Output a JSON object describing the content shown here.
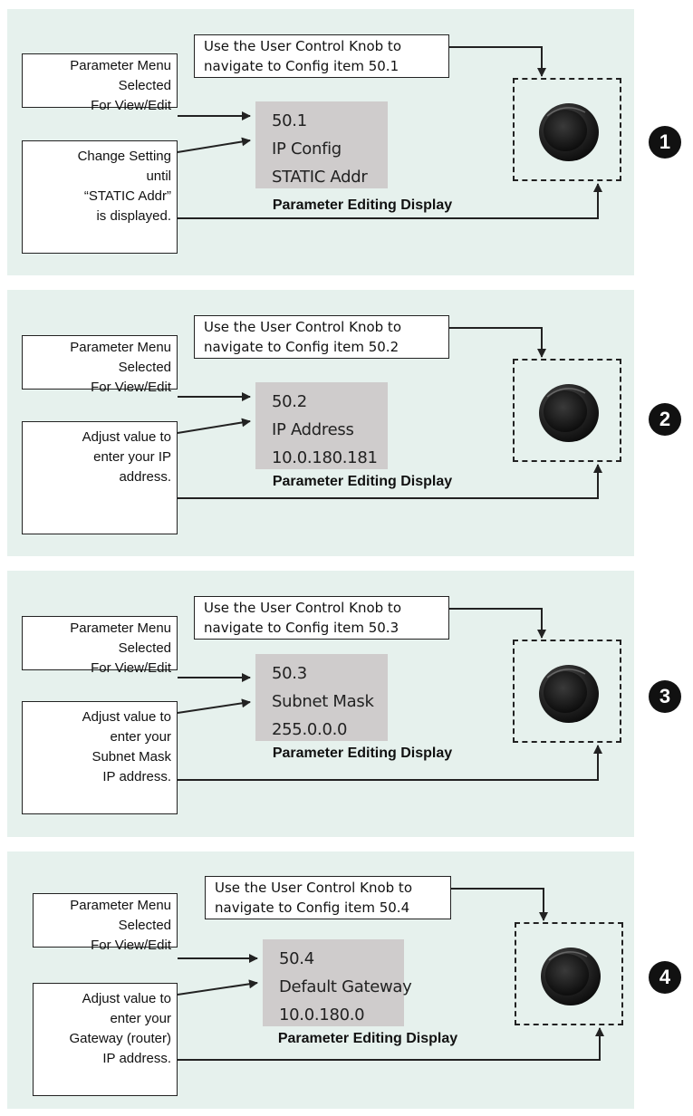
{
  "steps": [
    {
      "number": "1",
      "nav_line1": "Use the User Control Knob to",
      "nav_line2": "navigate to Config item 50.1",
      "menu_line1": "Parameter Menu",
      "menu_line2": "Selected",
      "menu_line3": "For View/Edit",
      "action_lines": [
        "Change Setting",
        "until",
        "“STATIC Addr”",
        "is displayed."
      ],
      "display_lines": [
        "50.1",
        "IP Config",
        "STATIC Addr"
      ],
      "caption": "Parameter Editing Display"
    },
    {
      "number": "2",
      "nav_line1": "Use the User Control Knob to",
      "nav_line2": "navigate to Config item 50.2",
      "menu_line1": "Parameter Menu",
      "menu_line2": "Selected",
      "menu_line3": "For View/Edit",
      "action_lines": [
        "Adjust value to",
        "enter your IP",
        "address.",
        ""
      ],
      "display_lines": [
        "50.2",
        "IP Address",
        "10.0.180.181"
      ],
      "caption": "Parameter Editing Display"
    },
    {
      "number": "3",
      "nav_line1": "Use the User Control Knob to",
      "nav_line2": "navigate to Config item 50.3",
      "menu_line1": "Parameter Menu",
      "menu_line2": "Selected",
      "menu_line3": "For View/Edit",
      "action_lines": [
        "Adjust value to",
        "enter your",
        "Subnet Mask",
        "IP address."
      ],
      "display_lines": [
        "50.3",
        "Subnet Mask",
        "255.0.0.0"
      ],
      "caption": "Parameter Editing Display"
    },
    {
      "number": "4",
      "nav_line1": "Use the User Control Knob to",
      "nav_line2": "navigate to Config item 50.4",
      "menu_line1": "Parameter Menu",
      "menu_line2": "Selected",
      "menu_line3": "For View/Edit",
      "action_lines": [
        "Adjust value to",
        "enter your",
        "Gateway (router)",
        "IP address."
      ],
      "display_lines": [
        "50.4",
        "Default Gateway",
        "10.0.180.0"
      ],
      "caption": "Parameter Editing Display"
    }
  ],
  "colors": {
    "panel_bg": "#e6f1ed",
    "display_bg": "#cfcccc",
    "line": "#222222"
  },
  "icons": {
    "knob": "control-knob-icon"
  }
}
